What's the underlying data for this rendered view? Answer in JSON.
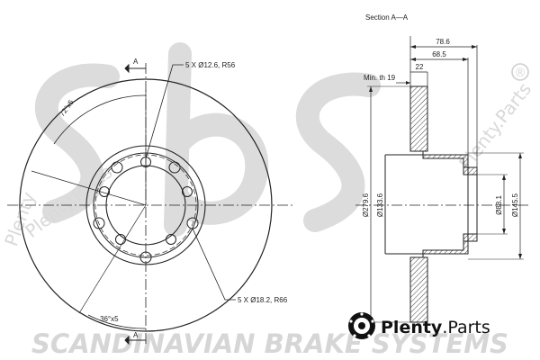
{
  "watermarks": {
    "brand_bottom": "SCANDINAVIAN BRAKE SYSTEMS",
    "site_diag_left": "Plenty.Parts",
    "site_diag_right": "Plenty.Parts",
    "site_left_edge": "Plenty",
    "registered_mark": "®"
  },
  "front_view": {
    "section_marker_top": "A",
    "section_marker_bottom": "A",
    "angle_72": "72°x5",
    "angle_36": "36°x5",
    "callout_small_holes": "5 X Ø12.6, R56",
    "callout_large_holes": "5 X Ø18.2, R66"
  },
  "section_view": {
    "title": "Section A—A",
    "dim_786": "78.6",
    "dim_685": "68.5",
    "dim_22": "22",
    "min_thickness": "Min. th 19",
    "dia_2796": "Ø279.6",
    "dia_1336": "Ø133.6",
    "dia_881": "Ø88.1",
    "dia_1455": "Ø145.5"
  },
  "brand_logo": {
    "plenty": "Plenty",
    "dot_parts": ".Parts"
  },
  "colors": {
    "line": "#222222",
    "hatch": "#444444",
    "watermark": "#d6d6d6"
  },
  "icons": [
    "brake-disc-logo-icon",
    "registered-mark-icon"
  ]
}
